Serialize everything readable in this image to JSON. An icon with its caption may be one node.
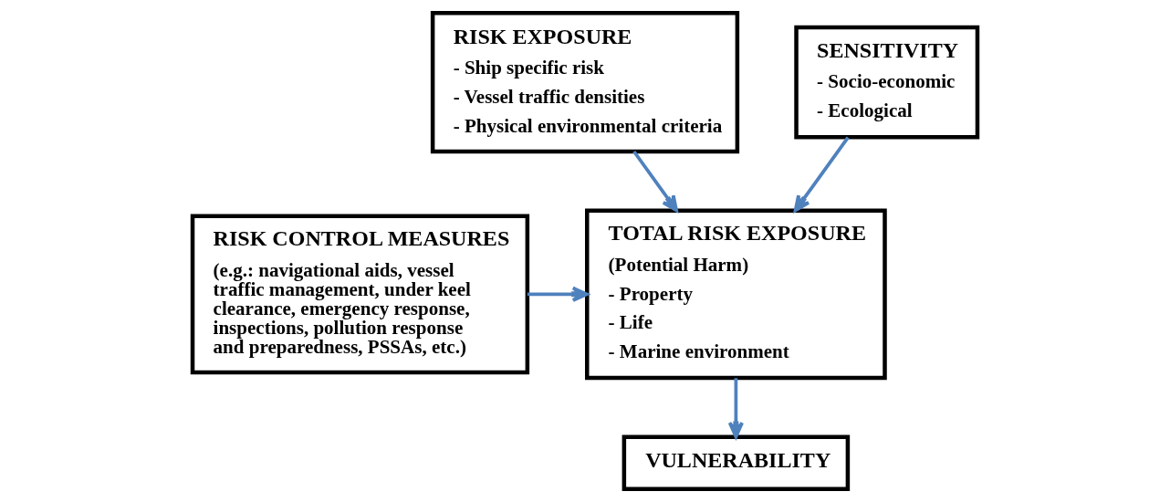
{
  "diagram": {
    "nodes": [
      {
        "text": [
          "RISK EXPOSURE",
          "- Ship specific risk",
          "- Vessel traffic densities",
          "- Physical environmental criteria"
        ]
      },
      {
        "text": [
          "SENSITIVITY",
          "- Socio-economic",
          "- Ecological"
        ]
      },
      {
        "text": [
          "TOTAL RISK EXPOSURE",
          "(Potential Harm)",
          "- Property",
          "- Life",
          "- Marine environment"
        ]
      },
      {
        "text": [
          "RISK CONTROL MEASURES",
          "(e.g.: navigational aids, vessel traffic management, under keel clearance, emergency response, inspections, pollution response and preparedness, PSSAs, etc.)"
        ]
      },
      {
        "text": [
          "VULNERABILITY"
        ]
      }
    ],
    "edges": [
      {
        "from": 0,
        "to": 2,
        "arrow": "to"
      },
      {
        "from": 1,
        "to": 2,
        "arrow": "to"
      },
      {
        "from": 3,
        "to": 2,
        "arrow": "to"
      },
      {
        "from": 2,
        "to": 4,
        "arrow": "to"
      }
    ]
  }
}
